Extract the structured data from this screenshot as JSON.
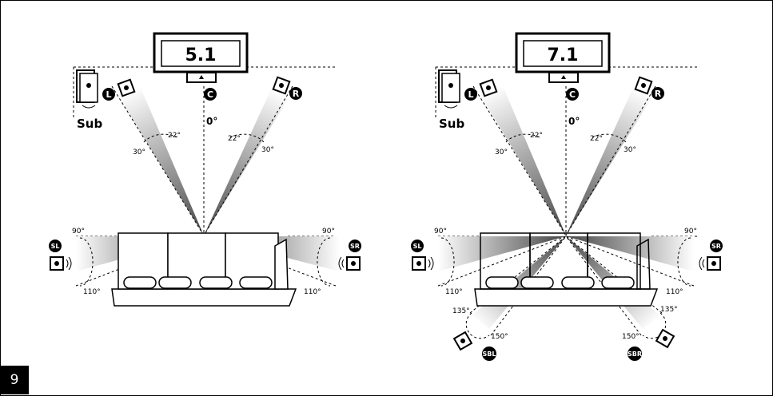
{
  "page_number": "9",
  "colors": {
    "ink": "#000000",
    "paper": "#ffffff",
    "beam_dark": "#444444",
    "beam_light": "#ffffff"
  },
  "icons": [
    "speaker-icon",
    "tv-icon",
    "subwoofer-icon",
    "sofa-icon"
  ],
  "left_diagram": {
    "title": "5.1",
    "sub_label": "Sub",
    "center_angle": "0°",
    "badges": {
      "front_left": "L",
      "center": "C",
      "front_right": "R",
      "surround_left": "SL",
      "surround_right": "SR"
    },
    "angles": {
      "front_left_inner": "22°",
      "front_left_outer": "30°",
      "front_right_inner": "22°",
      "front_right_outer": "30°",
      "surround_left_top": "90°",
      "surround_left_bottom": "110°",
      "surround_right_top": "90°",
      "surround_right_bottom": "110°"
    }
  },
  "right_diagram": {
    "title": "7.1",
    "sub_label": "Sub",
    "center_angle": "0°",
    "badges": {
      "front_left": "L",
      "center": "C",
      "front_right": "R",
      "surround_left": "SL",
      "surround_right": "SR",
      "back_left": "SBL",
      "back_right": "SBR"
    },
    "angles": {
      "front_left_inner": "22°",
      "front_left_outer": "30°",
      "front_right_inner": "22°",
      "front_right_outer": "30°",
      "surround_left_top": "90°",
      "surround_left_bottom": "110°",
      "surround_right_top": "90°",
      "surround_right_bottom": "110°",
      "back_left_top": "135°",
      "back_left_bottom": "150°",
      "back_right_top": "135°",
      "back_right_bottom": "150°"
    }
  }
}
